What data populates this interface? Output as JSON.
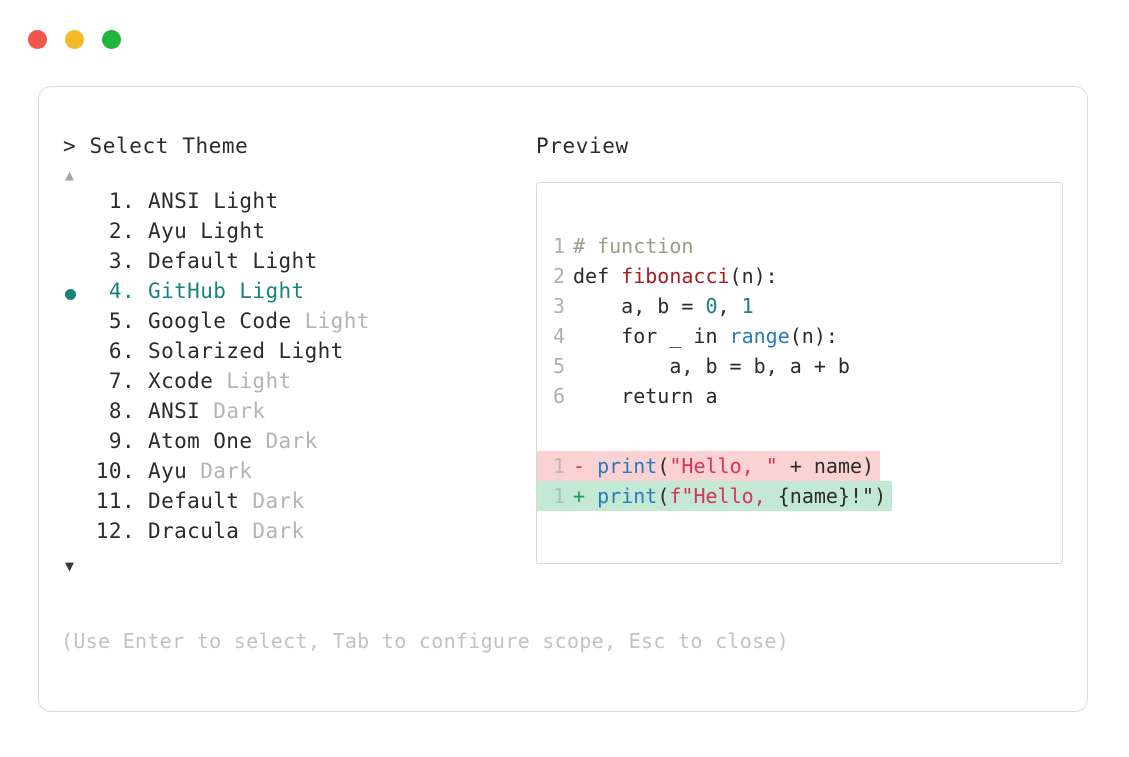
{
  "window": {
    "traffic_lights": [
      {
        "name": "close",
        "color": "#f2564f"
      },
      {
        "name": "minimize",
        "color": "#f5b826"
      },
      {
        "name": "maximize",
        "color": "#1fb63e"
      }
    ]
  },
  "selector": {
    "prompt_symbol": "> ",
    "title": "Select Theme",
    "scroll_up_glyph": "▲",
    "scroll_down_glyph": "▼",
    "selected_index": 4,
    "accent_color": "#17837e",
    "items": [
      {
        "index": "1.",
        "name": "ANSI",
        "suffix": " Light",
        "suffix_dim": false
      },
      {
        "index": "2.",
        "name": "Ayu",
        "suffix": " Light",
        "suffix_dim": false
      },
      {
        "index": "3.",
        "name": "Default",
        "suffix": " Light",
        "suffix_dim": false
      },
      {
        "index": "4.",
        "name": "GitHub",
        "suffix": " Light",
        "suffix_dim": false,
        "selected": true
      },
      {
        "index": "5.",
        "name": "Google Code",
        "suffix": " Light",
        "suffix_dim": true
      },
      {
        "index": "6.",
        "name": "Solarized",
        "suffix": " Light",
        "suffix_dim": false
      },
      {
        "index": "7.",
        "name": "Xcode",
        "suffix": " Light",
        "suffix_dim": true
      },
      {
        "index": "8.",
        "name": "ANSI",
        "suffix": " Dark",
        "suffix_dim": true
      },
      {
        "index": "9.",
        "name": "Atom One",
        "suffix": " Dark",
        "suffix_dim": true
      },
      {
        "index": "10.",
        "name": "Ayu",
        "suffix": " Dark",
        "suffix_dim": true
      },
      {
        "index": "11.",
        "name": "Default",
        "suffix": " Dark",
        "suffix_dim": true
      },
      {
        "index": "12.",
        "name": "Dracula",
        "suffix": " Dark",
        "suffix_dim": true
      }
    ],
    "hint": "(Use Enter to select, Tab to configure scope, Esc to close)"
  },
  "preview": {
    "label": "Preview",
    "code_lines": [
      {
        "number": "1",
        "tokens": [
          {
            "t": "# function",
            "c": "comment"
          }
        ]
      },
      {
        "number": "2",
        "tokens": [
          {
            "t": "def ",
            "c": "plain"
          },
          {
            "t": "fibonacci",
            "c": "func"
          },
          {
            "t": "(n):",
            "c": "plain"
          }
        ]
      },
      {
        "number": "3",
        "tokens": [
          {
            "t": "    a, b = ",
            "c": "plain"
          },
          {
            "t": "0",
            "c": "num"
          },
          {
            "t": ", ",
            "c": "plain"
          },
          {
            "t": "1",
            "c": "num"
          }
        ]
      },
      {
        "number": "4",
        "tokens": [
          {
            "t": "    for _ in ",
            "c": "plain"
          },
          {
            "t": "range",
            "c": "builtin"
          },
          {
            "t": "(n):",
            "c": "plain"
          }
        ]
      },
      {
        "number": "5",
        "tokens": [
          {
            "t": "        a, b = b, a + b",
            "c": "plain"
          }
        ]
      },
      {
        "number": "6",
        "tokens": [
          {
            "t": "    return a",
            "c": "plain"
          }
        ]
      }
    ],
    "diff_lines": [
      {
        "number": "1",
        "kind": "del",
        "sign": "-",
        "tokens": [
          {
            "t": " ",
            "c": "plain"
          },
          {
            "t": "print",
            "c": "builtin"
          },
          {
            "t": "(",
            "c": "plain"
          },
          {
            "t": "\"Hello, \"",
            "c": "string"
          },
          {
            "t": " + name)",
            "c": "plain"
          }
        ]
      },
      {
        "number": "1",
        "kind": "add",
        "sign": "+",
        "tokens": [
          {
            "t": " ",
            "c": "plain"
          },
          {
            "t": "print",
            "c": "builtin"
          },
          {
            "t": "(",
            "c": "plain"
          },
          {
            "t": "f\"Hello, ",
            "c": "string"
          },
          {
            "t": "{name}",
            "c": "plain"
          },
          {
            "t": "!\"",
            "c": "plain"
          },
          {
            "t": ")",
            "c": "plain"
          }
        ]
      }
    ]
  }
}
